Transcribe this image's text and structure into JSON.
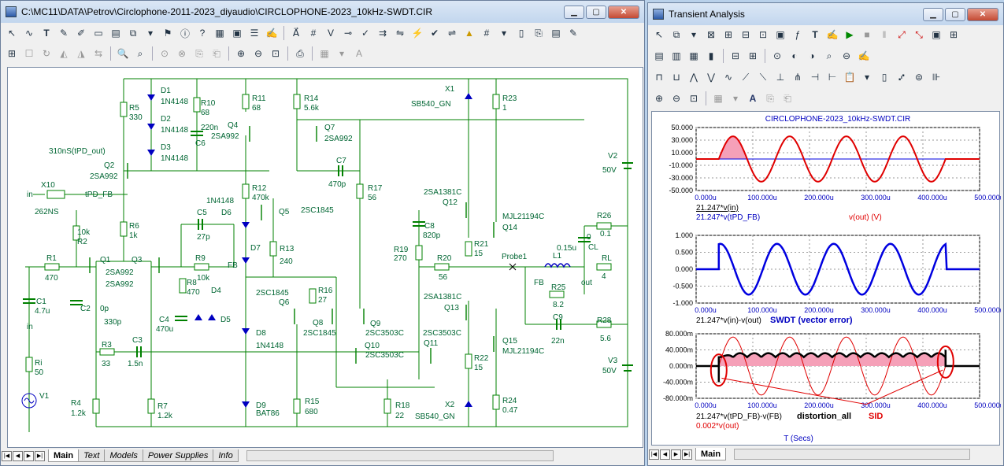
{
  "left_window": {
    "title": "C:\\MC11\\DATA\\Petrov\\Circlophone-2011-2023_diyaudio\\CIRCLOPHONE-2023_10kHz-SWDT.CIR",
    "tabs": [
      "Main",
      "Text",
      "Models",
      "Power Supplies",
      "Info"
    ],
    "components": [
      {
        "ref": "D1",
        "val": "1N4148"
      },
      {
        "ref": "D2",
        "val": "1N4148"
      },
      {
        "ref": "D3",
        "val": "1N4148"
      },
      {
        "ref": "R5",
        "val": "330"
      },
      {
        "ref": "R10",
        "val": "68"
      },
      {
        "ref": "C6",
        "val": "220n"
      },
      {
        "ref": "Q4",
        "val": "2SA992"
      },
      {
        "ref": "R11",
        "val": "68"
      },
      {
        "ref": "R14",
        "val": "5.6k"
      },
      {
        "ref": "Q7",
        "val": "2SA992"
      },
      {
        "ref": "X1",
        "val": "SB540_GN"
      },
      {
        "ref": "R23",
        "val": "1"
      },
      {
        "ref": "Q2",
        "val": "2SA992"
      },
      {
        "ref": "C7",
        "val": "470p"
      },
      {
        "ref": "V2",
        "val": "50V"
      },
      {
        "ref": "X10",
        "val": "262NS"
      },
      {
        "ref": "R12",
        "val": "470k"
      },
      {
        "ref": "R17",
        "val": "56"
      },
      {
        "ref": "R2",
        "val": "10k"
      },
      {
        "ref": "C5",
        "val": "27p"
      },
      {
        "ref": "D6",
        "val": "1N4148"
      },
      {
        "ref": "Q5",
        "val": "2SC1845"
      },
      {
        "ref": "Q12",
        "val": "2SA1381C"
      },
      {
        "ref": "Q14",
        "val": "MJL21194C"
      },
      {
        "ref": "R6",
        "val": "1k"
      },
      {
        "ref": "C8",
        "val": "820p"
      },
      {
        "ref": "R26",
        "val": "0.1"
      },
      {
        "ref": "R1",
        "val": "470"
      },
      {
        "ref": "Q1",
        "val": "2SA992"
      },
      {
        "ref": "Q3",
        "val": "2SA992"
      },
      {
        "ref": "R9",
        "val": "10k"
      },
      {
        "ref": "D7",
        "val": ""
      },
      {
        "ref": "R13",
        "val": "240"
      },
      {
        "ref": "R19",
        "val": "270"
      },
      {
        "ref": "R20",
        "val": "56"
      },
      {
        "ref": "R21",
        "val": "15"
      },
      {
        "ref": "L1",
        "val": "0.15u"
      },
      {
        "ref": "CL",
        "val": "0"
      },
      {
        "ref": "RL",
        "val": "4"
      },
      {
        "ref": "C1",
        "val": "4.7u"
      },
      {
        "ref": "C2",
        "val": "0p"
      },
      {
        "ref": "R8",
        "val": "470"
      },
      {
        "ref": "D4",
        "val": ""
      },
      {
        "ref": "Q6",
        "val": "2SC1845"
      },
      {
        "ref": "R16",
        "val": "27"
      },
      {
        "ref": "R25",
        "val": "8.2"
      },
      {
        "ref": "C4",
        "val": "470u"
      },
      {
        "ref": "D5",
        "val": ""
      },
      {
        "ref": "Q8",
        "val": "2SC1845"
      },
      {
        "ref": "Q9",
        "val": "2SC3503C"
      },
      {
        "ref": "Q13",
        "val": "2SA1381C"
      },
      {
        "ref": "C9",
        "val": "22n"
      },
      {
        "ref": "R28",
        "val": "5.6"
      },
      {
        "ref": "R3",
        "val": "33"
      },
      {
        "ref": "C3",
        "val": "1.5n"
      },
      {
        "ref": "D8",
        "val": "1N4148"
      },
      {
        "ref": "Q10",
        "val": "2SC3503C"
      },
      {
        "ref": "Q11",
        "val": "2SC3503C"
      },
      {
        "ref": "Q15",
        "val": "MJL21194C"
      },
      {
        "ref": "R22",
        "val": "15"
      },
      {
        "ref": "V3",
        "val": "50V"
      },
      {
        "ref": "Ri",
        "val": "50"
      },
      {
        "ref": "V1",
        "val": ""
      },
      {
        "ref": "R4",
        "val": "1.2k"
      },
      {
        "ref": "R7",
        "val": "1.2k"
      },
      {
        "ref": "D9",
        "val": "BAT86"
      },
      {
        "ref": "R15",
        "val": "680"
      },
      {
        "ref": "R18",
        "val": "22"
      },
      {
        "ref": "X2",
        "val": "SB540_GN"
      },
      {
        "ref": "R24",
        "val": "0.47"
      }
    ],
    "labels": {
      "tpd_out": "310nS(tPD_out)",
      "in": "in",
      "tpd_fb": "tPD_FB",
      "fb": "FB",
      "probe": "Probe1",
      "out": "out",
      "c2_extra": "330p"
    }
  },
  "right_window": {
    "title": "Transient Analysis",
    "tabs": [
      "Main"
    ],
    "plot_title": "CIRCLOPHONE-2023_10kHz-SWDT.CIR",
    "xlabel": "T (Secs)",
    "plots": [
      {
        "y_ticks": [
          "50.000",
          "30.000",
          "10.000",
          "-10.000",
          "-30.000",
          "-50.000"
        ],
        "x_ticks": [
          "0.000u",
          "100.000u",
          "200.000u",
          "300.000u",
          "400.000u",
          "500.000u"
        ],
        "legend": [
          "21.247*v(in)",
          "21.247*v(tPD_FB)",
          "v(out) (V)"
        ]
      },
      {
        "y_ticks": [
          "1.000",
          "0.500",
          "0.000",
          "-0.500",
          "-1.000"
        ],
        "x_ticks": [
          "0.000u",
          "100.000u",
          "200.000u",
          "300.000u",
          "400.000u",
          "500.000u"
        ],
        "legend": [
          "21.247*v(in)-v(out)",
          "SWDT (vector error)"
        ]
      },
      {
        "y_ticks": [
          "80.000m",
          "40.000m",
          "0.000m",
          "-40.000m",
          "-80.000m"
        ],
        "x_ticks": [
          "0.000u",
          "100.000u",
          "200.000u",
          "300.000u",
          "400.000u",
          "500.000u"
        ],
        "legend": [
          "21.247*v(tPD_FB)-v(FB)",
          "distortion_all",
          "0.002*v(out)",
          "SID"
        ]
      }
    ],
    "colors": {
      "red": "#e00000",
      "blue": "#0000e0",
      "pink": "#f5a0b8"
    }
  }
}
